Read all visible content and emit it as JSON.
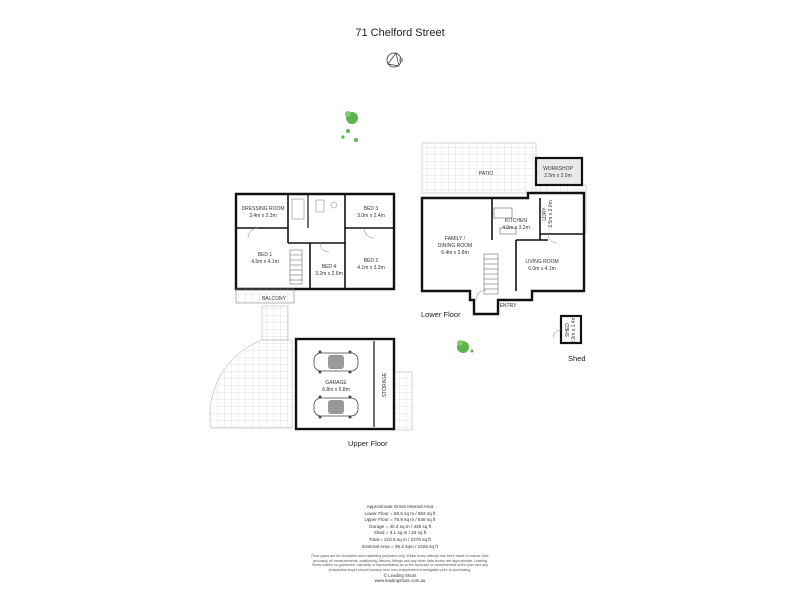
{
  "title": "71 Chelford Street",
  "compass": {
    "icon": "compass-north-icon",
    "letter": "N"
  },
  "rooms": {
    "patio": "PATIO",
    "workshop_name": "WORKSHOP",
    "workshop_size": "2.5m x 2.0m",
    "laundry_name": "LDRY",
    "laundry_size": "3.5m x 2.0m",
    "kitchen_name": "KITCHEN",
    "kitchen_size": "4.0m x 3.2m",
    "family_name_1": "FAMILY /",
    "family_name_2": "DINING ROOM",
    "family_size": "6.4m x 3.8m",
    "living_name": "LIVING ROOM",
    "living_size": "6.0m x 4.1m",
    "entry": "ENTRY",
    "shed_name": "SHED",
    "shed_size": "2.2m x 1.4m",
    "dressing_name": "DRESSING ROOM",
    "dressing_size": "3.4m x 2.3m",
    "bed3_name": "BED 3",
    "bed3_size": "3.0m x 2.4m",
    "bed1_name": "BED 1",
    "bed1_size": "4.5m x 4.1m",
    "bed4_name": "BED 4",
    "bed4_size": "3.2m x 2.6m",
    "bed2_name": "BED 2",
    "bed2_size": "4.1m x 3.3m",
    "balcony": "BALCONY",
    "garage_name": "GARAGE",
    "garage_size": "6.8m x 5.8m",
    "storage": "STORAGE"
  },
  "floor_labels": {
    "lower": "Lower Floor",
    "upper": "Upper Floor",
    "shed": "Shed"
  },
  "areas": {
    "heading": "Approximate Gross Internal Area",
    "lower": "Lower Floor = 88.5 sq m / 953 sq ft",
    "upper": "Upper Floor = 78.9 sq m / 849 sq ft",
    "garage": "Garage = 40.4 sq m / 435 sq ft",
    "shed": "Shed = 3.1 sq m / 33 sq ft",
    "total": "Total = 210.9 sq m / 2270 sq ft",
    "external": "External Area = 95.2 sqm / 1025 sq ft"
  },
  "disclaimer": "Floor plans are for illustrative and marketing purposes only. Whilst every attempt has been made to ensure their accuracy, all measurements, positioning, fixtures, fittings and any other data shown are approximate. Leading Shots makes no guarantee, warranty or representation as to the accuracy or completeness of the plan and any prospective buyer should conduct their own independent investigation prior to purchasing.",
  "copyright": "© Leading Shots",
  "website": "www.leadingshots.com.au"
}
